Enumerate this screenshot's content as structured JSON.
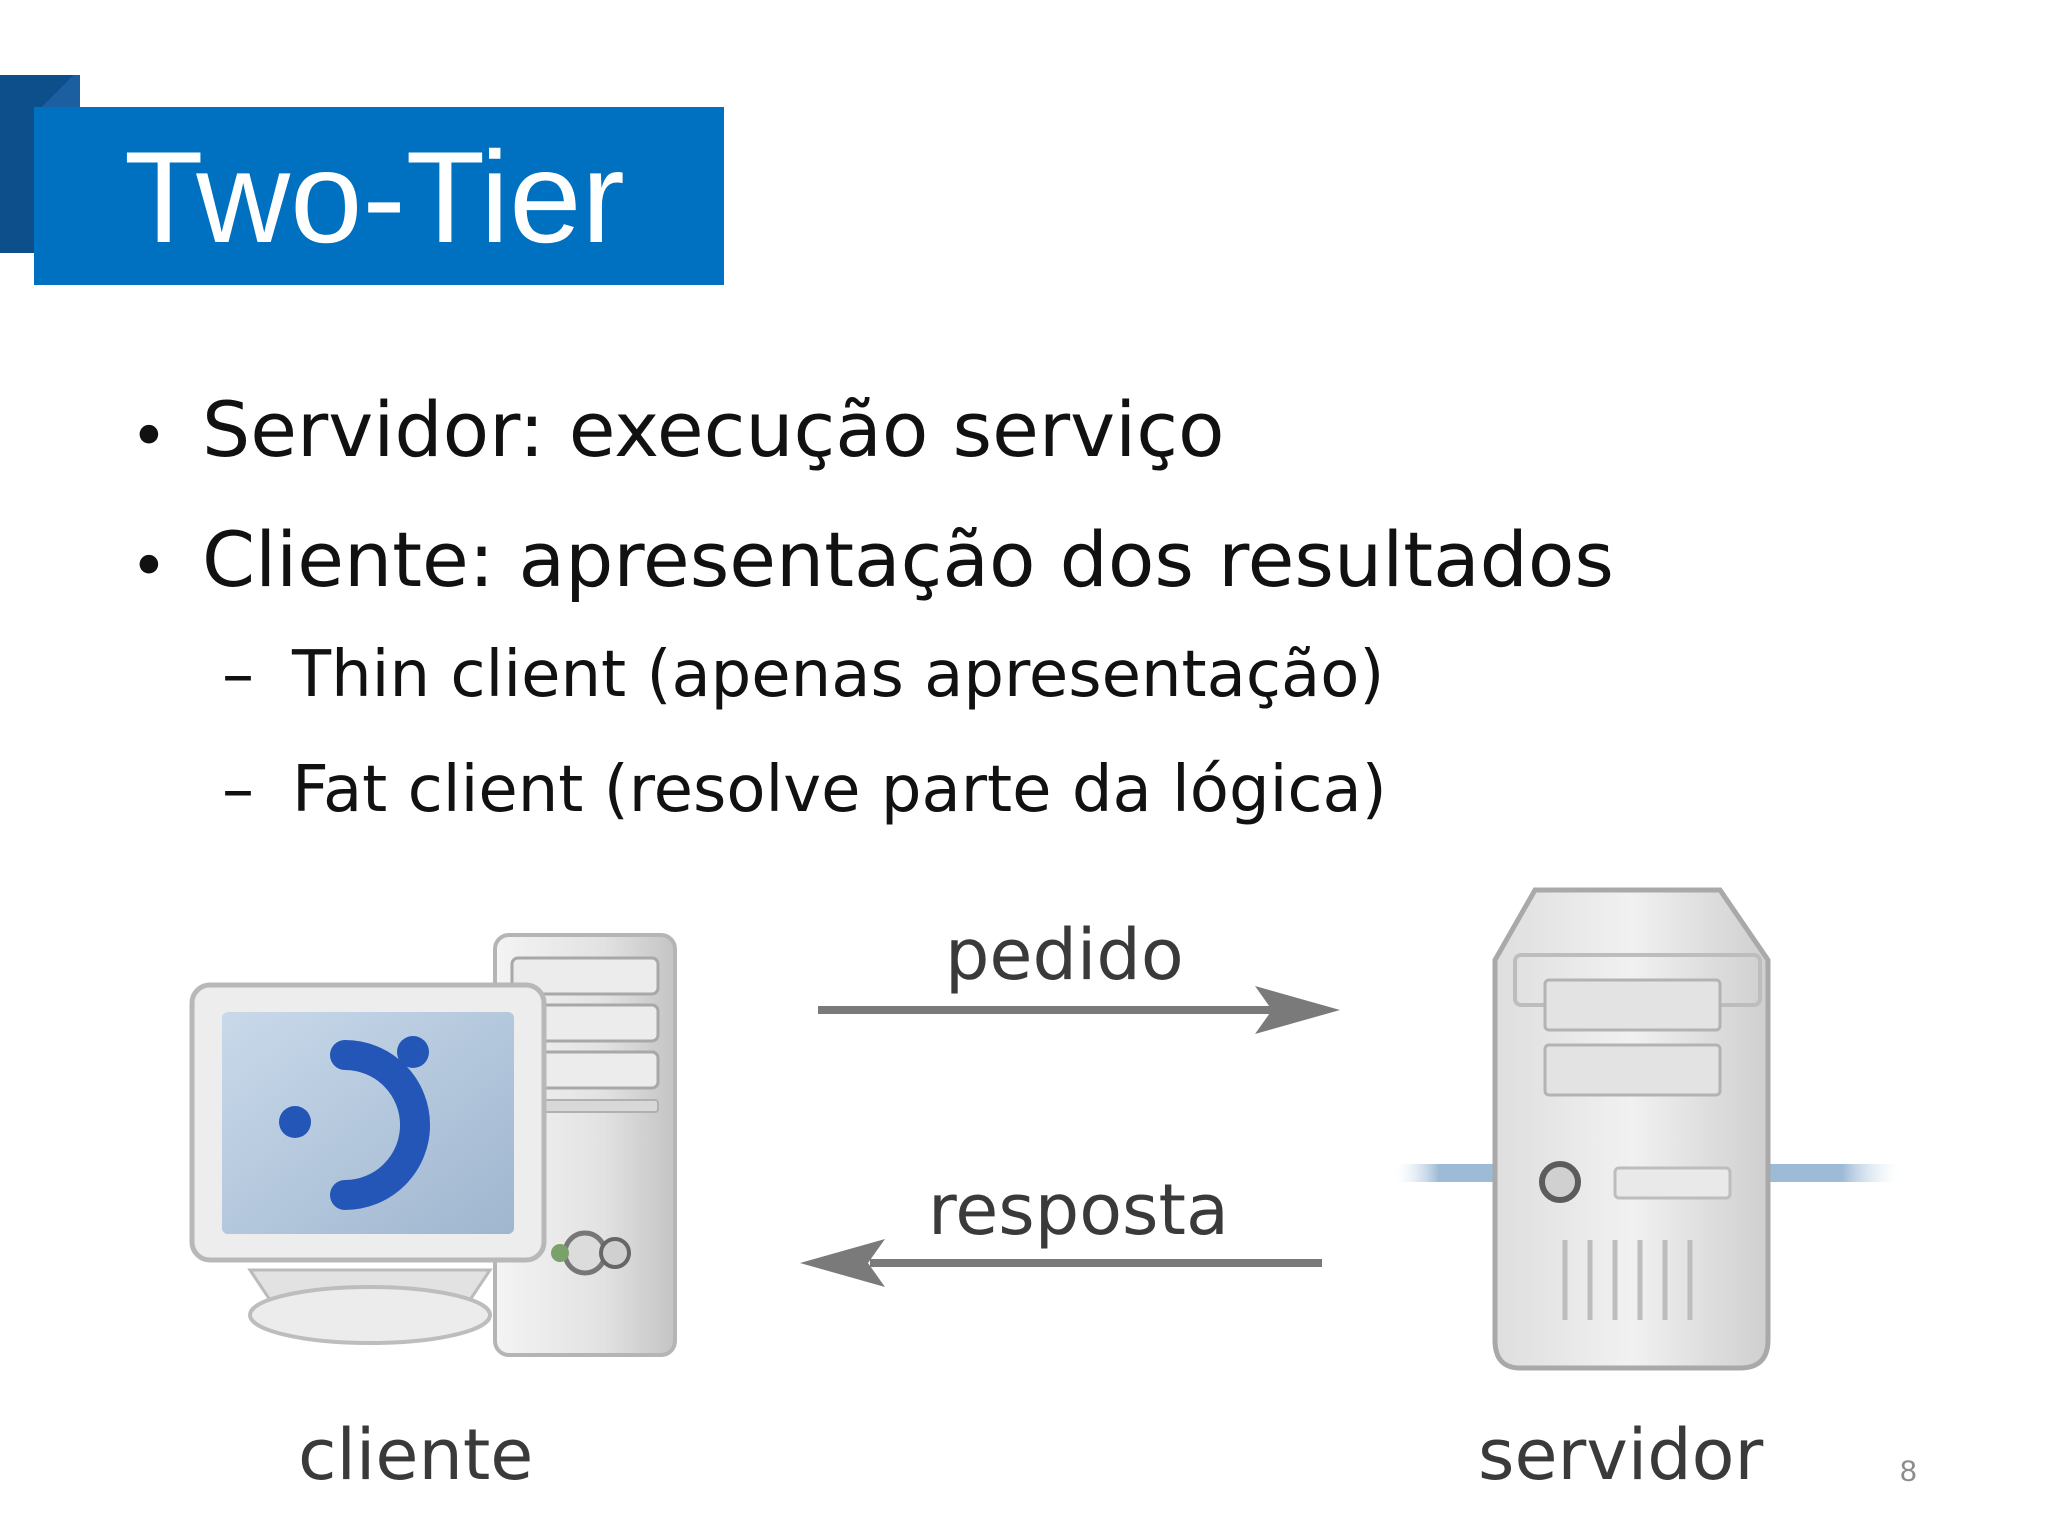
{
  "slide": {
    "title": "Two-Tier",
    "bullets": [
      "Servidor: execução serviço",
      "Cliente: apresentação dos resultados"
    ],
    "sub_bullets": [
      "Thin client (apenas apresentação)",
      "Fat client (resolve parte da lógica)"
    ],
    "bullet_marker": "•",
    "sub_bullet_marker": "–",
    "page_number": "8"
  },
  "diagram": {
    "request_label": "pedido",
    "response_label": "resposta",
    "client_label": "cliente",
    "server_label": "servidor"
  },
  "colors": {
    "title_banner": "#0070c0",
    "title_accent": "#0d4f8b",
    "title_text": "#ffffff",
    "body_text": "#111111",
    "arrow": "#7a7a7a"
  }
}
